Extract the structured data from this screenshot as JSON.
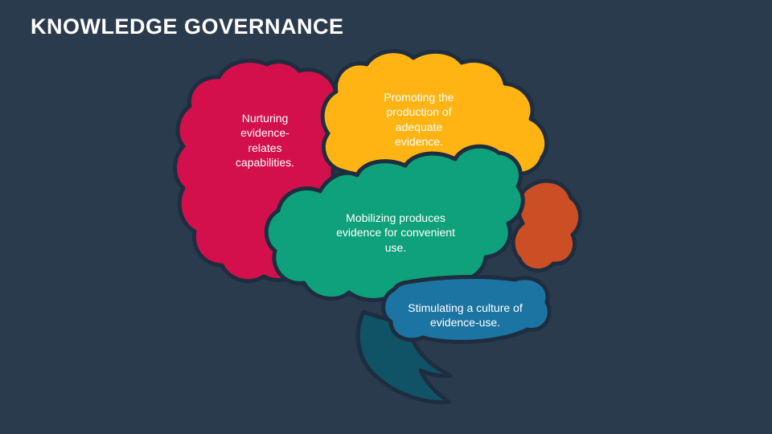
{
  "slide": {
    "title": "KNOWLEDGE GOVERNANCE",
    "background_color": "#2B3B4E",
    "outline_color": "#1E2D3F",
    "text_color": "#FFFFFF"
  },
  "diagram": {
    "type": "brain-shape-diagram",
    "segments": [
      {
        "id": "frontal-lobe",
        "label": "Nurturing evidence-relates capabilities.",
        "color": "#D3104C"
      },
      {
        "id": "top-lobe",
        "label": "Promoting the production of adequate evidence.",
        "color": "#FFB414"
      },
      {
        "id": "center-lobe",
        "label": "Mobilizing produces evidence for convenient use.",
        "color": "#0EA17B"
      },
      {
        "id": "rear-lobe",
        "label": "",
        "color": "#CC4E24"
      },
      {
        "id": "bottom-lobe",
        "label": "Stimulating a culture of evidence-use.",
        "color": "#1C74A2"
      },
      {
        "id": "brain-stem",
        "label": "",
        "color": "#115366"
      }
    ]
  }
}
